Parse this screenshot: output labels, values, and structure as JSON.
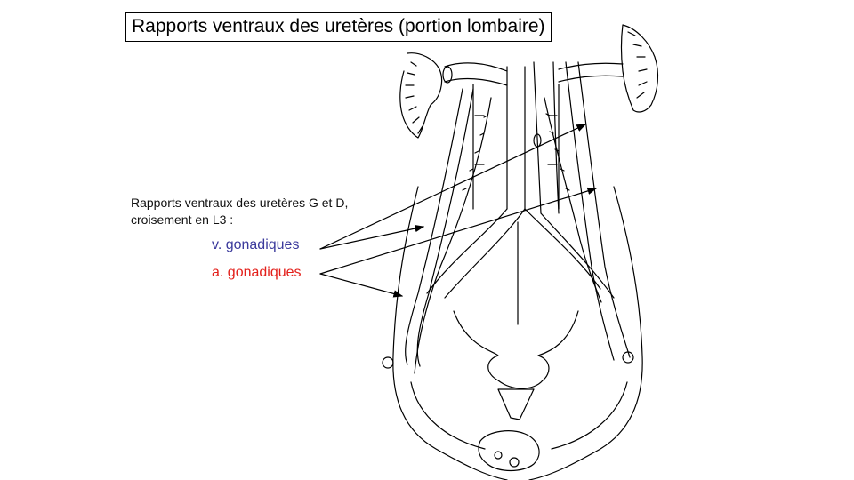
{
  "title": "Rapports ventraux des uretères (portion lombaire)",
  "caption": {
    "line1": "Rapports ventraux  des uretères G et D,",
    "line2": "croisement en L3 :"
  },
  "labels": {
    "veins": "v. gonadiques",
    "arteries": "a. gonadiques"
  },
  "colors": {
    "veins": "#3b3a9c",
    "arteries": "#e3201b",
    "lines": "#000000"
  }
}
